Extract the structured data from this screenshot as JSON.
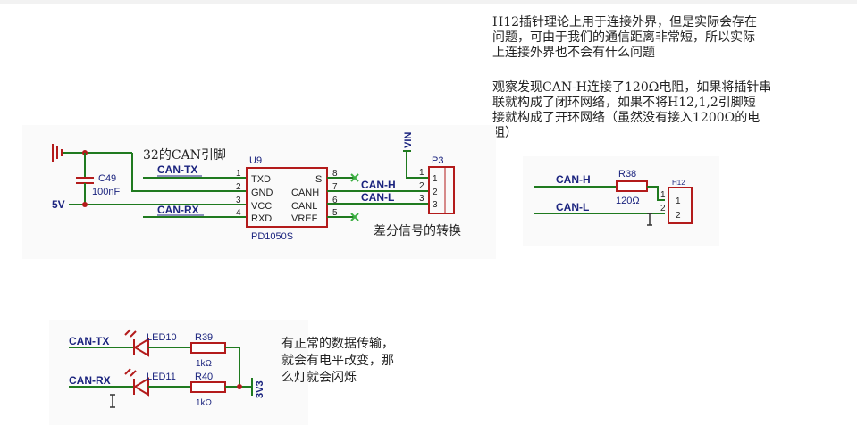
{
  "notes": {
    "h12_top": "H12插针理论上用于连接外界，但是实际会存在\n问题，可由于我们的通信距离非常短，所以实际\n上连接外界也不会有什么问题",
    "h12_observe": "观察发现CAN-H连接了120Ω电阻，如果将插针串\n联就构成了闭环网络，如果不将H12,1,2引脚短\n接就构成了开环网络（虽然没有接入1200Ω的电\n阻）",
    "led_note": "有正常的数据传输，\n就会有电平改变，那\n么灯就会闪烁"
  },
  "main_schematic": {
    "annotation_pins": "32的CAN引脚",
    "annotation_diff": "差分信号的转换",
    "cap_ref": "C49",
    "cap_value": "100nF",
    "supply_5v": "5V",
    "vin": "VIN",
    "chip_ref": "U9",
    "chip_part": "PD1050S",
    "connector_ref": "P3",
    "net_can_tx": "CAN-TX",
    "net_can_rx": "CAN-RX",
    "net_can_h": "CAN-H",
    "net_can_l": "CAN-L",
    "pins_left": [
      {
        "num": "1",
        "name": "TXD"
      },
      {
        "num": "2",
        "name": "GND"
      },
      {
        "num": "3",
        "name": "VCC"
      },
      {
        "num": "4",
        "name": "RXD"
      }
    ],
    "pins_right": [
      {
        "num": "8",
        "name": "S"
      },
      {
        "num": "7",
        "name": "CANH"
      },
      {
        "num": "6",
        "name": "CANL"
      },
      {
        "num": "5",
        "name": "VREF"
      }
    ],
    "connector_pins": [
      "1",
      "2",
      "3"
    ],
    "connector_pins_inner": [
      "1",
      "2",
      "3"
    ]
  },
  "h12_schematic": {
    "net_can_h": "CAN-H",
    "net_can_l": "CAN-L",
    "res_ref": "R38",
    "res_value": "120Ω",
    "conn_ref": "H12",
    "pin1_outer": "1",
    "pin2_outer": "2",
    "pin1_inner": "1",
    "pin2_inner": "2"
  },
  "led_schematic": {
    "net_can_tx": "CAN-TX",
    "net_can_rx": "CAN-RX",
    "led1_ref": "LED10",
    "led2_ref": "LED11",
    "r1_ref": "R39",
    "r1_value": "1kΩ",
    "r2_ref": "R40",
    "r2_value": "1kΩ",
    "rail": "3V3"
  },
  "colors": {
    "wire": "#1f7a1f",
    "component": "#b31b1b",
    "netlabel": "#1a237e",
    "noconnect": "#3cb043"
  }
}
